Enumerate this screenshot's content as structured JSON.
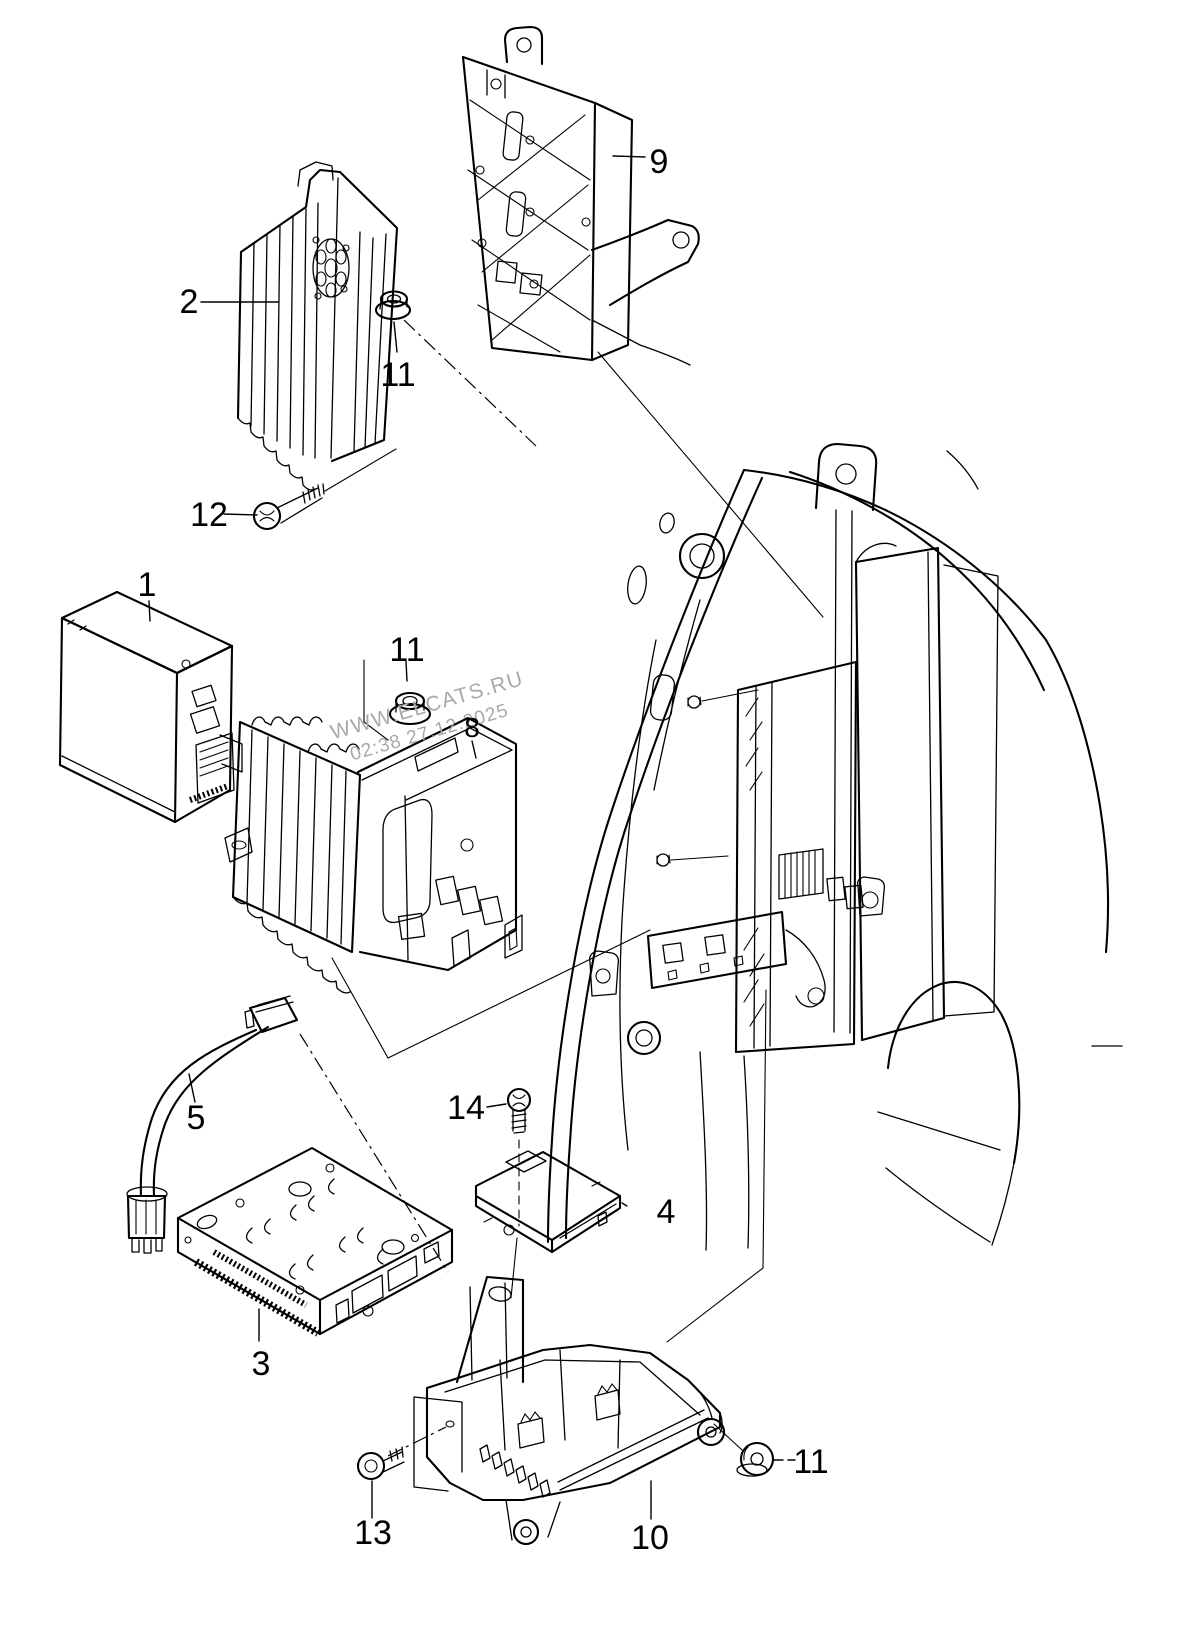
{
  "diagram": {
    "background": "#ffffff",
    "line_color": "#000000"
  },
  "watermark": {
    "line1": "WWW.ELCATS.RU",
    "line2": "02:38 27.12.2025",
    "color": "#a9a9a9"
  },
  "callouts": [
    {
      "id": "part-2",
      "label": "2"
    },
    {
      "id": "part-11-top",
      "label": "11"
    },
    {
      "id": "part-9",
      "label": "9"
    },
    {
      "id": "part-12",
      "label": "12"
    },
    {
      "id": "part-1",
      "label": "1"
    },
    {
      "id": "part-11-mid",
      "label": "11"
    },
    {
      "id": "part-8",
      "label": "8"
    },
    {
      "id": "part-5",
      "label": "5"
    },
    {
      "id": "part-14",
      "label": "14"
    },
    {
      "id": "part-4",
      "label": "4"
    },
    {
      "id": "part-3",
      "label": "3"
    },
    {
      "id": "part-13",
      "label": "13"
    },
    {
      "id": "part-10",
      "label": "10"
    },
    {
      "id": "part-11-bottom",
      "label": "11"
    }
  ]
}
